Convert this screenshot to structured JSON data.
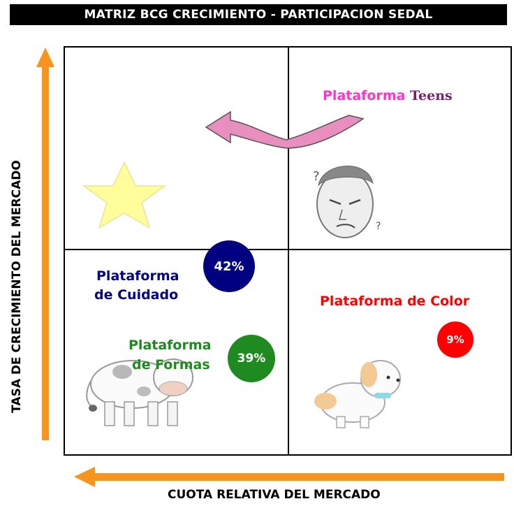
{
  "title": "MATRIZ BCG  CRECIMIENTO - PARTICIPACION SEDAL",
  "y_axis_label": "TASA DE CRECIMIENTO DEL MERCADO",
  "x_axis_label": "CUOTA RELATIVA DEL MERCADO",
  "quadrants": {
    "teens": {
      "label_part1": "Plataforma ",
      "label_part2": "Teens"
    },
    "cuidado": {
      "label_line1": "Plataforma",
      "label_line2": "de Cuidado",
      "percent": "42%"
    },
    "formas": {
      "label_line1": "Plataforma",
      "label_line2": "de Formas",
      "percent": "39%"
    },
    "color": {
      "label": "Plataforma de Color",
      "percent": "9%"
    }
  },
  "colors": {
    "axis_arrow": "#f7941d",
    "teens_label": "#ff33cc",
    "teens_bold": "#7a1f6e",
    "cuidado": "#000080",
    "formas": "#1f8a1f",
    "color": "#ff0000",
    "curved_arrow": "#e88fc0",
    "star": "#fffe9a"
  },
  "icons": [
    "star-icon",
    "question-face-icon",
    "cow-icon",
    "dog-icon",
    "curved-arrow-icon"
  ]
}
